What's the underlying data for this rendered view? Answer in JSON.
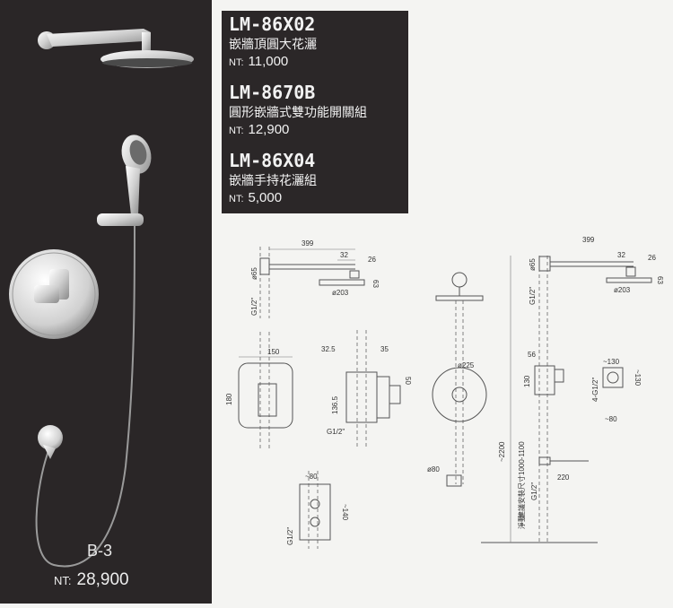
{
  "products": [
    {
      "model": "LM-86X02",
      "name": "嵌牆頂圓大花灑",
      "nt_label": "NT:",
      "price": "11,000"
    },
    {
      "model": "LM-8670B",
      "name": "圓形嵌牆式雙功能開關組",
      "nt_label": "NT:",
      "price": "12,900"
    },
    {
      "model": "LM-86X04",
      "name": "嵌牆手持花灑組",
      "nt_label": "NT:",
      "price": "5,000"
    }
  ],
  "set": {
    "label": "B-3",
    "nt_label": "NT:",
    "price": "28,900"
  },
  "drawing_labels": {
    "d399": "399",
    "d32": "32",
    "d26": "26",
    "d63": "63",
    "d65": "ø65",
    "d203": "ø203",
    "g12": "G1/2\"",
    "d150": "150",
    "d180": "180",
    "d325": "32.5",
    "d35": "35",
    "d1365": "136.5",
    "d50": "50",
    "d80": "~80",
    "d140": "~140",
    "d225": "ø225",
    "d80b": "ø80",
    "d2200": "~2200",
    "d56": "56",
    "d130": "130",
    "d130a": "~130",
    "d130b": "~130",
    "d80c": "~80",
    "g412": "4-G1/2\"",
    "d220": "220",
    "install": "建議安裝尺寸1000-1100",
    "floor": "淨動"
  },
  "colors": {
    "panel_dark": "#2a2627",
    "chrome": "#d9d9d9",
    "text_light": "#f2f2f2"
  }
}
